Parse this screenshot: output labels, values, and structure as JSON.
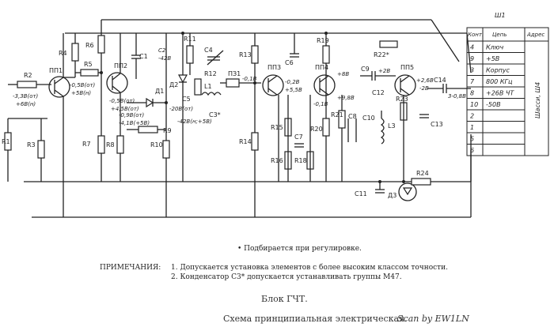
{
  "labels": {
    "R2": "R2",
    "R3": "R3",
    "R4": "R4",
    "R5": "R5",
    "R6": "R6",
    "R7": "R7",
    "R8": "R8",
    "R9": "R9",
    "R10": "R10",
    "R11": "R11",
    "R12": "R12",
    "R13": "R13",
    "R14": "R14",
    "R15": "R15",
    "R16": "R16",
    "R18": "R18",
    "R19": "R19",
    "R20": "R20",
    "R21": "R21",
    "R22": "R22*",
    "R23": "R23",
    "R24": "R24",
    "R1": "R1",
    "C1": "C1",
    "C2": "C2",
    "C3": "C3*",
    "C4": "C4",
    "C5": "C5",
    "C6": "C6",
    "C7": "C7",
    "C8": "C8",
    "C9": "C9",
    "C10": "C10",
    "C11": "C11",
    "C12": "C12",
    "C13": "C13",
    "C14": "C14",
    "L1": "L1",
    "L3": "L3",
    "D1": "Д1",
    "D2": "Д2",
    "D3": "Д3",
    "PZ1": "ПЗ1",
    "PP1": "ПП1",
    "PP2": "ПП2",
    "PP3": "ПП3",
    "PP4": "ПП4",
    "PP5": "ПП5",
    "v_pp1": "-0,5В(от)",
    "v_pp1b": "+5В(н)",
    "v_pp2": "-0,5В(от)",
    "v_pp2b": "+4,5В(от)",
    "v_r2": "-3,3В(от)",
    "v_r2b": "+6В(н)",
    "v_d1": "-0,9В(от)",
    "v_d1b": "-4,1В(+5В)",
    "v_c2": "-42В",
    "v_c5": "-20В(от)",
    "v_r9": "-42В(н;+5В)",
    "v_pz": "-0,1В",
    "v_pp3": "-0,2В",
    "v_pp3b": "+5,5В",
    "v_pp4": "+8В",
    "v_pp4b": "+9,8В",
    "v_pp4c": "-0,1В",
    "v_c9": "+2В",
    "v_pp5": "+2,6В",
    "v_pp5b": "-2В",
    "v_r23": "3-0,8В"
  },
  "connector": {
    "ref": "Ш1",
    "header_contact": "Конт.",
    "header_circuit": "Цепь",
    "header_address": "Адрес",
    "side_label": "Шасси, Ш4",
    "rows": [
      {
        "contact": "4",
        "circuit": "Ключ"
      },
      {
        "contact": "9",
        "circuit": "+5В"
      },
      {
        "contact": "3",
        "circuit": "Корпус"
      },
      {
        "contact": "7",
        "circuit": "800 КГц"
      },
      {
        "contact": "8",
        "circuit": "+26В ЧТ"
      },
      {
        "contact": "10",
        "circuit": "-50В"
      },
      {
        "contact": "2",
        "circuit": ""
      },
      {
        "contact": "1",
        "circuit": ""
      },
      {
        "contact": "5",
        "circuit": ""
      },
      {
        "contact": "6",
        "circuit": ""
      }
    ]
  },
  "legend_note": "• Подбирается при регулировке.",
  "notes": {
    "title": "ПРИМЕЧАНИЯ:",
    "items": [
      "1. Допускается установка элементов с более высоким классом точности.",
      "2. Конденсатор С3* допускается устанавливать группы М47."
    ]
  },
  "block_title": "Блок ГЧТ.",
  "subtitle": "Схема принципиальная электрическая.",
  "scan_credit": "Scan by EW1LN"
}
